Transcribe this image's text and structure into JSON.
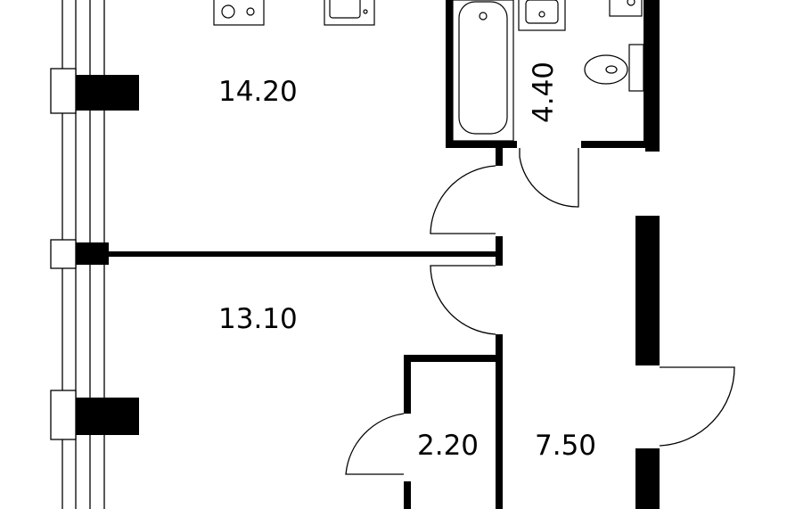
{
  "floor_plan": {
    "rooms": [
      {
        "id": "kitchen-living",
        "area": "14.20"
      },
      {
        "id": "bathroom",
        "area": "4.40"
      },
      {
        "id": "bedroom",
        "area": "13.10"
      },
      {
        "id": "storage",
        "area": "2.20"
      },
      {
        "id": "hallway",
        "area": "7.50"
      }
    ],
    "colors": {
      "wall": "#000000",
      "line": "#000000",
      "background": "#ffffff"
    }
  }
}
